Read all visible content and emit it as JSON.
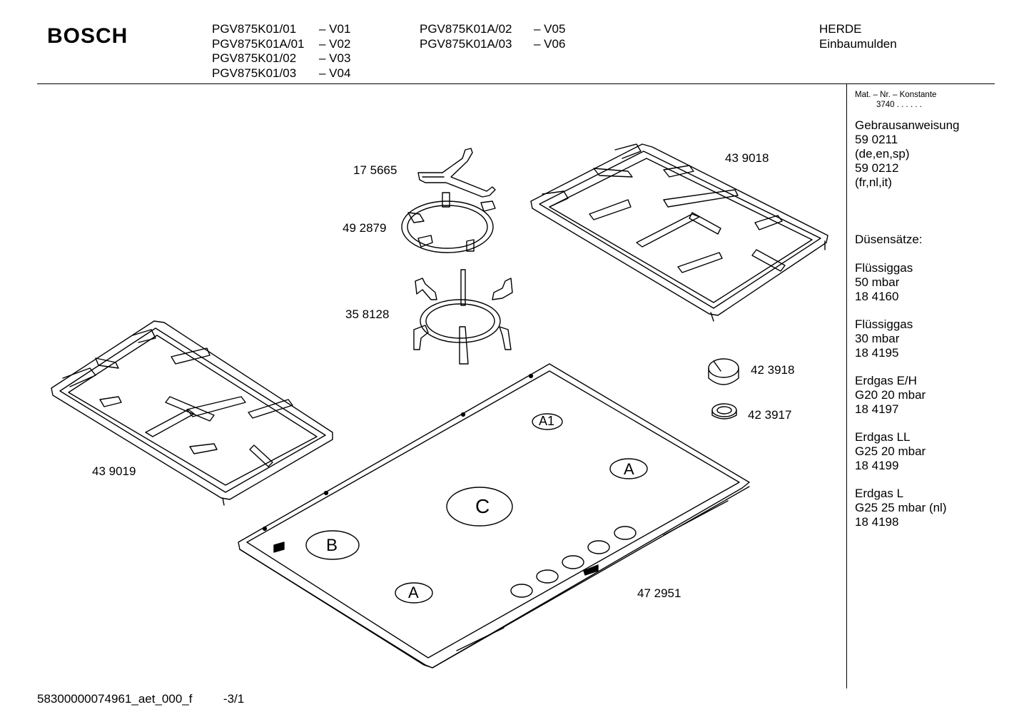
{
  "header": {
    "brand": "BOSCH",
    "models_col1": [
      {
        "code": "PGV875K01/01",
        "version": "– V01"
      },
      {
        "code": "PGV875K01A/01",
        "version": "– V02"
      },
      {
        "code": "PGV875K01/02",
        "version": "– V03"
      },
      {
        "code": "PGV875K01/03",
        "version": "– V04"
      }
    ],
    "models_col2": [
      {
        "code": "PGV875K01A/02",
        "version": "– V05"
      },
      {
        "code": "PGV875K01A/03",
        "version": "– V06"
      }
    ],
    "category": "HERDE",
    "subcategory": "Einbaumulden"
  },
  "sidebar": {
    "mat_nr_label": "Mat. – Nr. – Konstante",
    "mat_nr_value": "3740  .  .  .  .  .  .",
    "manual_title": "Gebrausanweisung",
    "manual_1_no": "59 0211",
    "manual_1_langs": "(de,en,sp)",
    "manual_2_no": "59 0212",
    "manual_2_langs": "(fr,nl,it)",
    "nozzles_title": "Düsensätze:",
    "nozzle_sets": [
      {
        "gas": "Flüssiggas",
        "pressure": "50 mbar",
        "part": "18 4160"
      },
      {
        "gas": "Flüssiggas",
        "pressure": "30 mbar",
        "part": "18 4195"
      },
      {
        "gas": "Erdgas E/H",
        "pressure": "G20 20 mbar",
        "part": "18 4197"
      },
      {
        "gas": "Erdgas LL",
        "pressure": "G25 20 mbar",
        "part": "18 4199"
      },
      {
        "gas": "Erdgas L",
        "pressure": "G25 25 mbar (nl)",
        "part": "18 4198"
      }
    ]
  },
  "parts": {
    "p175665": "17 5665",
    "p492879": "49 2879",
    "p358128": "35 8128",
    "p439018": "43 9018",
    "p439019": "43 9019",
    "p423918": "42 3918",
    "p423917": "42 3917",
    "p472951": "47 2951"
  },
  "burners": {
    "a1": "A1",
    "a_top": "A",
    "c": "C",
    "b": "B",
    "a_bottom": "A"
  },
  "footer": {
    "doc_id": "58300000074961_aet_000_f",
    "page": "-3/1"
  }
}
